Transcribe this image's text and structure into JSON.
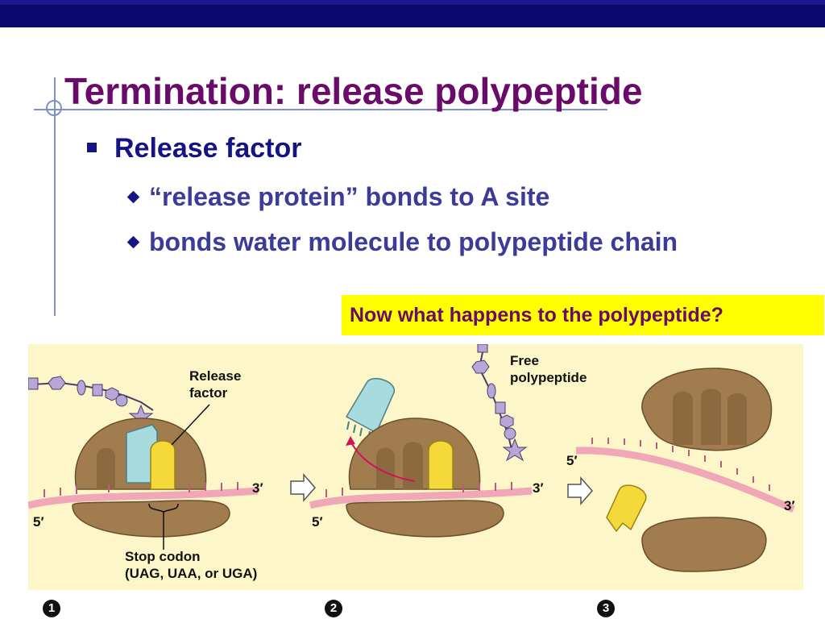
{
  "slide": {
    "title": "Termination: release polypeptide",
    "bullets": [
      {
        "text": "Release factor",
        "subbullets": [
          "“release protein” bonds to A site",
          "bonds water molecule to polypeptide chain"
        ]
      }
    ],
    "callout": "Now what happens to the polypeptide?"
  },
  "diagram": {
    "labels": {
      "release_factor_line1": "Release",
      "release_factor_line2": "factor",
      "free_polypeptide_line1": "Free",
      "free_polypeptide_line2": "polypeptide",
      "stop_codon_line1": "Stop codon",
      "stop_codon_line2": "(UAG, UAA, or UGA)",
      "five_prime": "5′",
      "three_prime": "3′"
    },
    "steps": [
      "1",
      "2",
      "3"
    ]
  },
  "colors": {
    "title": "#6a0a6a",
    "bullet_level1": "#141484",
    "bullet_level2": "#3b3b9a",
    "top_bar": "#0a0a6e",
    "callout_bg": "#ffff00",
    "diagram_bg": "#fdf6c8",
    "ribosome": "#a07c4e",
    "release_factor": "#f5d83a",
    "trna": "#a7dbe0",
    "mrna": "#f0a8b8"
  }
}
